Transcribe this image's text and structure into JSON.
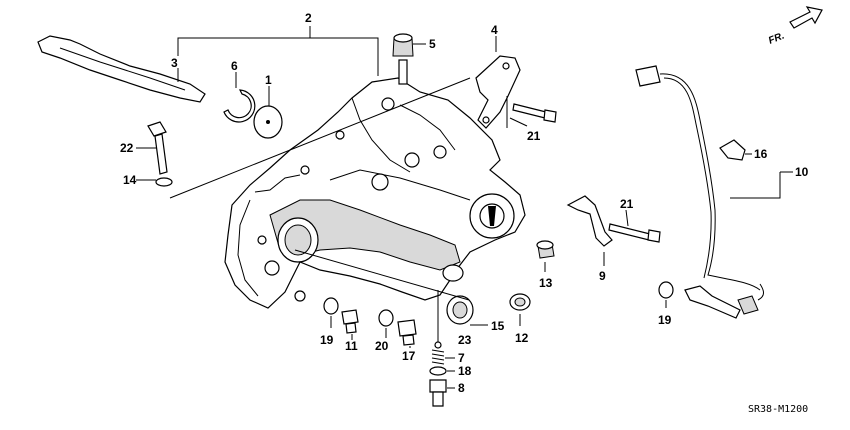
{
  "diagram": {
    "part_callouts": [
      "1",
      "2",
      "3",
      "4",
      "5",
      "6",
      "7",
      "8",
      "9",
      "10",
      "11",
      "12",
      "13",
      "14",
      "15",
      "16",
      "17",
      "18",
      "19",
      "20",
      "21",
      "21",
      "22",
      "23",
      "19"
    ],
    "direction_label": "FR.",
    "drawing_code": "SR38-M1200"
  }
}
